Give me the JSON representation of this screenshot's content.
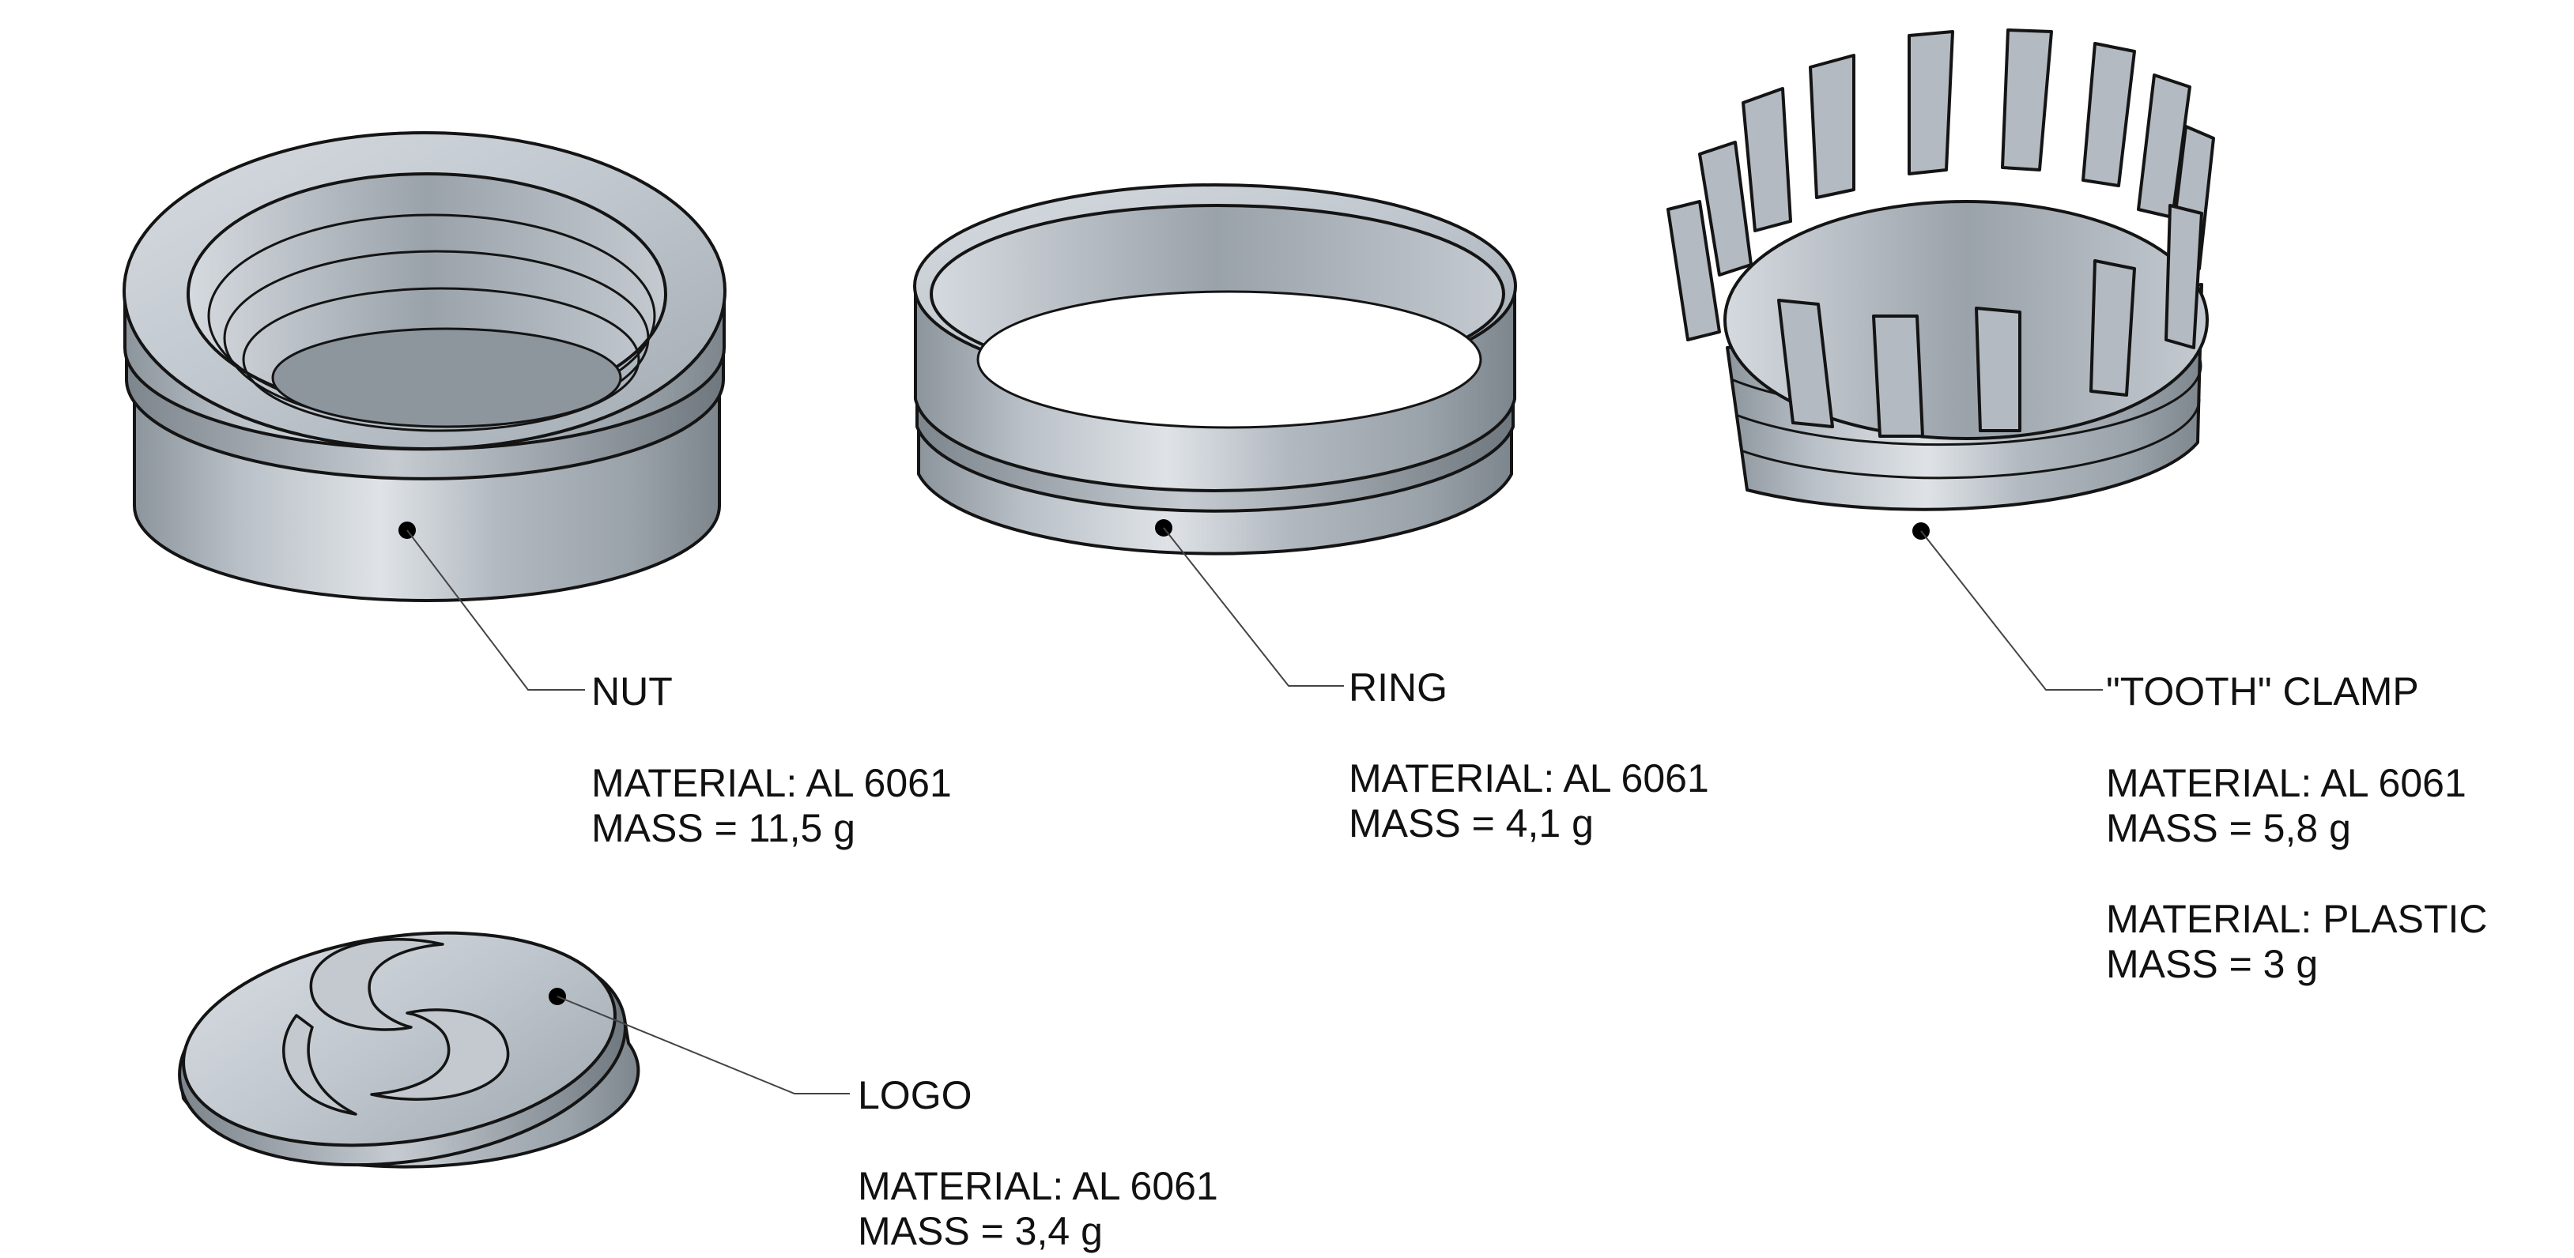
{
  "colors": {
    "metal_light": "#c9cfd5",
    "metal_mid": "#a7afb7",
    "metal_dark": "#7f8891",
    "outline": "#141414",
    "leader": "#444444",
    "text": "#111111"
  },
  "parts": [
    {
      "name": "NUT",
      "material": "MATERIAL: AL 6061",
      "mass": "MASS = 11,5 g"
    },
    {
      "name": "RING",
      "material": "MATERIAL: AL 6061",
      "mass": "MASS = 4,1 g"
    },
    {
      "name": "\"TOOTH\" CLAMP",
      "material": "MATERIAL: AL 6061",
      "mass": "MASS = 5,8 g",
      "material_2": "MATERIAL: PLASTIC",
      "mass_2": "MASS = 3 g"
    },
    {
      "name": "LOGO",
      "material": "MATERIAL: AL 6061",
      "mass": "MASS = 3,4 g"
    }
  ]
}
